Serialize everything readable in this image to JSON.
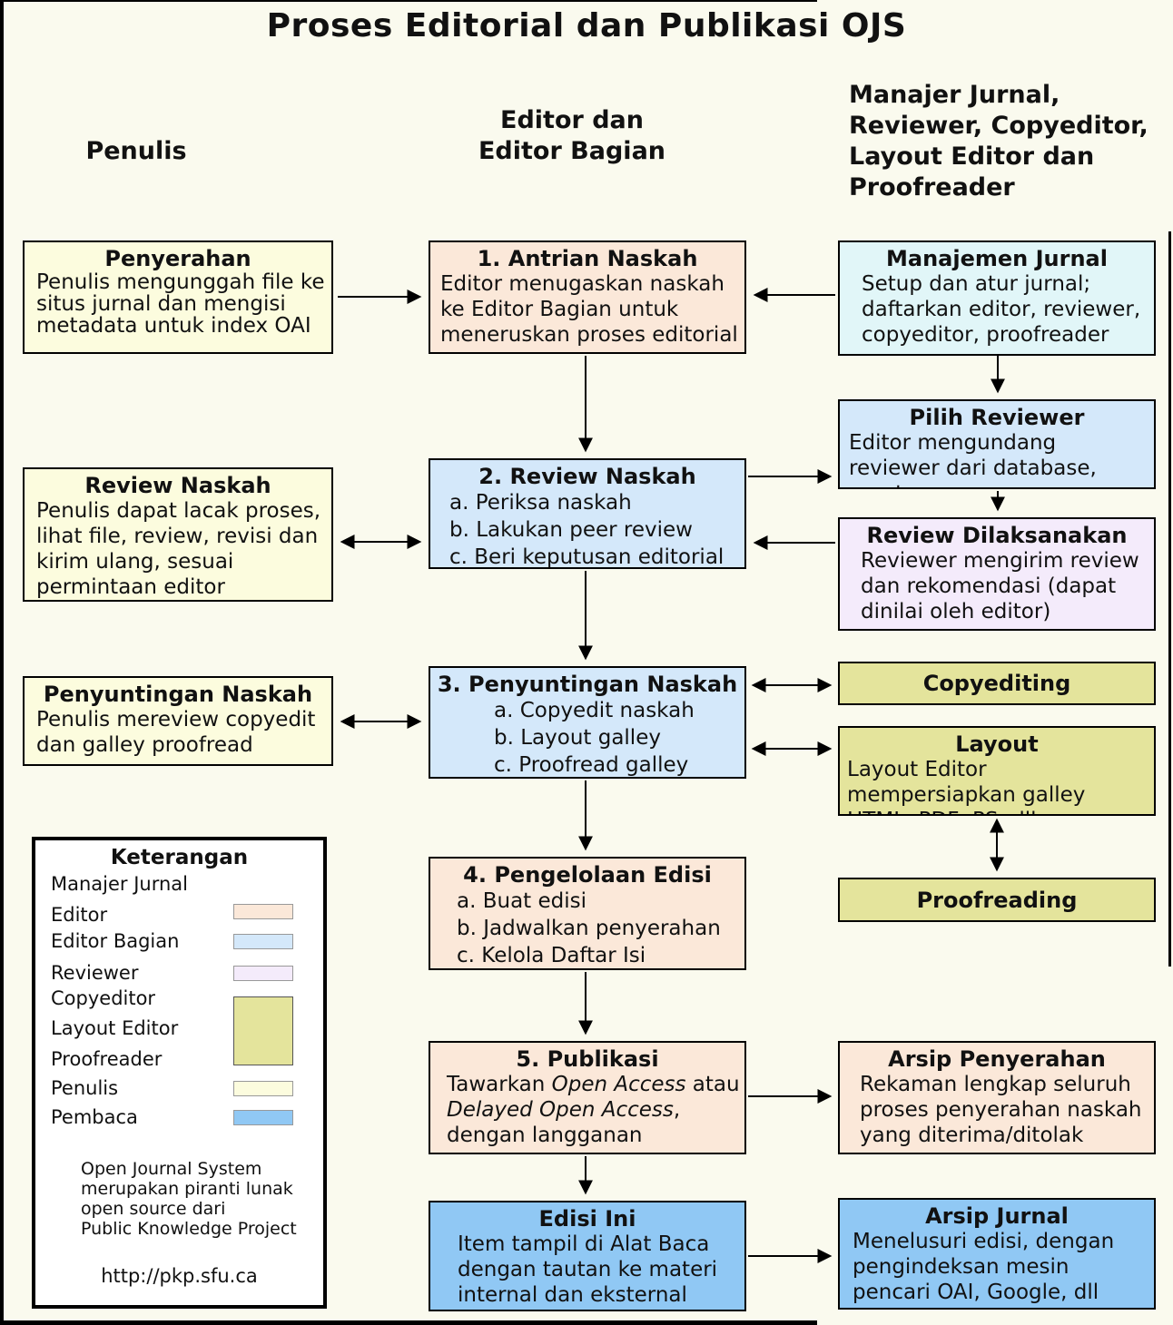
{
  "title": "Proses Editorial dan Publikasi OJS",
  "columns": {
    "penulis": {
      "lines": [
        "Penulis"
      ]
    },
    "editor": {
      "lines": [
        "Editor dan",
        "Editor Bagian"
      ]
    },
    "manajer": {
      "lines": [
        "Manajer Jurnal,",
        "Reviewer, Copyeditor,",
        "Layout Editor dan",
        "Proofreader"
      ]
    }
  },
  "boxes": {
    "penyerahan": {
      "title": "Penyerahan",
      "body": "Penulis mengunggah file ke situs jurnal dan mengisi metadata untuk index OAI"
    },
    "antrian": {
      "title": "1. Antrian Naskah",
      "body": "Editor menugaskan naskah ke Editor Bagian untuk meneruskan proses editorial"
    },
    "manajemen": {
      "title": "Manajemen Jurnal",
      "body": "Setup dan atur jurnal; daftarkan editor, reviewer, copyeditor, proofreader"
    },
    "pilih_reviewer": {
      "title": "Pilih Reviewer",
      "body": "Editor mengundang reviewer dari database, muat"
    },
    "review_naskah_2": {
      "title": "2. Review Naskah",
      "items": [
        "a. Periksa naskah",
        "b. Lakukan peer review",
        "c. Beri keputusan editorial"
      ]
    },
    "review_naskah_kiri": {
      "title": "Review Naskah",
      "body": "Penulis dapat lacak proses, lihat file, review, revisi dan kirim ulang, sesuai permintaan editor"
    },
    "review_dilaksanakan": {
      "title": "Review Dilaksanakan",
      "body": "Reviewer mengirim review dan rekomendasi (dapat dinilai oleh editor)"
    },
    "penyuntingan_3": {
      "title": "3. Penyuntingan Naskah",
      "items": [
        "a. Copyedit naskah",
        "b. Layout galley",
        "c. Proofread galley"
      ]
    },
    "penyuntingan_kiri": {
      "title": "Penyuntingan Naskah",
      "body": "Penulis mereview copyedit dan galley proofread"
    },
    "copyediting": {
      "title": "Copyediting"
    },
    "layout": {
      "title": "Layout",
      "body": "Layout Editor mempersiapkan galley HTML, PDF, PS, dll."
    },
    "proofreading": {
      "title": "Proofreading"
    },
    "pengelolaan_4": {
      "title": "4. Pengelolaan Edisi",
      "items": [
        "a. Buat edisi",
        "b. Jadwalkan penyerahan",
        "c. Kelola Daftar Isi"
      ]
    },
    "publikasi_5": {
      "title": "5. Publikasi",
      "body_parts": {
        "t1": "Tawarkan ",
        "i1": "Open Access",
        "t2": " atau ",
        "i2": "Delayed Open Access",
        "t3": ", dengan langganan"
      }
    },
    "arsip_penyerahan": {
      "title": "Arsip Penyerahan",
      "body": "Rekaman lengkap seluruh proses penyerahan naskah yang diterima/ditolak"
    },
    "edisi_ini": {
      "title": "Edisi Ini",
      "body": "Item tampil di Alat Baca dengan tautan ke materi internal dan eksternal"
    },
    "arsip_jurnal": {
      "title": "Arsip Jurnal",
      "body": "Menelusuri edisi, dengan pengindeksan mesin pencari OAI, Google, dll"
    }
  },
  "legend": {
    "title": "Keterangan",
    "rows": [
      {
        "label": "Manajer Jurnal"
      },
      {
        "label": "Editor",
        "swatch": "#fbe8d9"
      },
      {
        "label": "Editor Bagian",
        "swatch": "#d4e8fa"
      },
      {
        "label": "Reviewer",
        "swatch": "#f4ebfb"
      },
      {
        "label": "Copyeditor"
      },
      {
        "label": "Layout Editor"
      },
      {
        "label": "Proofreader"
      },
      {
        "label": "Penulis",
        "swatch": "#fcfcde"
      },
      {
        "label": "Pembaca",
        "swatch": "#90c8f4"
      }
    ],
    "shared_swatch": "#e4e49c",
    "note_lines": [
      "Open Journal System",
      "merupakan piranti lunak",
      "open source dari",
      "Public Knowledge Project"
    ],
    "url": "http://pkp.sfu.ca"
  },
  "colors": {
    "background": "#fafaee",
    "penulis": "#fcfcde",
    "editor": "#fbe8d9",
    "editor_bagian": "#d4e8fa",
    "reviewer": "#f4ebfb",
    "manajer_jurnal": "#e1f6f8",
    "copyeditor_layout_proofreader": "#e4e49c",
    "pembaca": "#90c8f4"
  }
}
